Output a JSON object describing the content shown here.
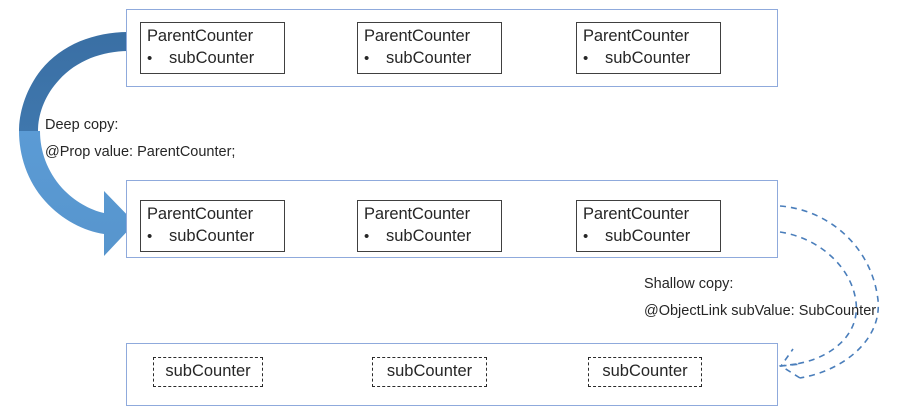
{
  "diagram": {
    "title": "Deep copy vs shallow copy of ParentCounter / subCounter",
    "colors": {
      "container_border": "#8FAADC",
      "card_border": "#404040",
      "arrow_dark_blue": "#3A6FA4",
      "arrow_light_blue": "#5B9BD5",
      "dashed_arrow": "#4A7EBB",
      "text": "#262626",
      "background": "#FFFFFF"
    },
    "groups": [
      {
        "id": "group-top",
        "name": "original-parent-counter-row",
        "cards": [
          {
            "title": "ParentCounter",
            "bullet": "•",
            "sub_label": "subCounter"
          },
          {
            "title": "ParentCounter",
            "bullet": "•",
            "sub_label": "subCounter"
          },
          {
            "title": "ParentCounter",
            "bullet": "•",
            "sub_label": "subCounter"
          }
        ]
      },
      {
        "id": "group-middle",
        "name": "copied-parent-counter-row",
        "cards": [
          {
            "title": "ParentCounter",
            "bullet": "•",
            "sub_label": "subCounter"
          },
          {
            "title": "ParentCounter",
            "bullet": "•",
            "sub_label": "subCounter"
          },
          {
            "title": "ParentCounter",
            "bullet": "•",
            "sub_label": "subCounter"
          }
        ]
      },
      {
        "id": "group-bottom",
        "name": "shared-subcounter-row",
        "chips": [
          {
            "label": "subCounter"
          },
          {
            "label": "subCounter"
          },
          {
            "label": "subCounter"
          }
        ]
      }
    ],
    "annotations": {
      "deep_copy": {
        "line1": "Deep copy:",
        "line2": "@Prop value: ParentCounter;"
      },
      "shallow_copy": {
        "line1": "Shallow copy:",
        "line2": "@ObjectLink subValue: SubCounter"
      }
    },
    "arrows": {
      "deep_copy_arrow": {
        "name": "deep-copy-arrow",
        "style": "solid-curved-block-arrow",
        "direction": "down-right"
      },
      "shallow_copy_arrow": {
        "name": "shallow-copy-arrow",
        "style": "dashed-outline-curved-arrow",
        "direction": "down-left"
      }
    }
  }
}
